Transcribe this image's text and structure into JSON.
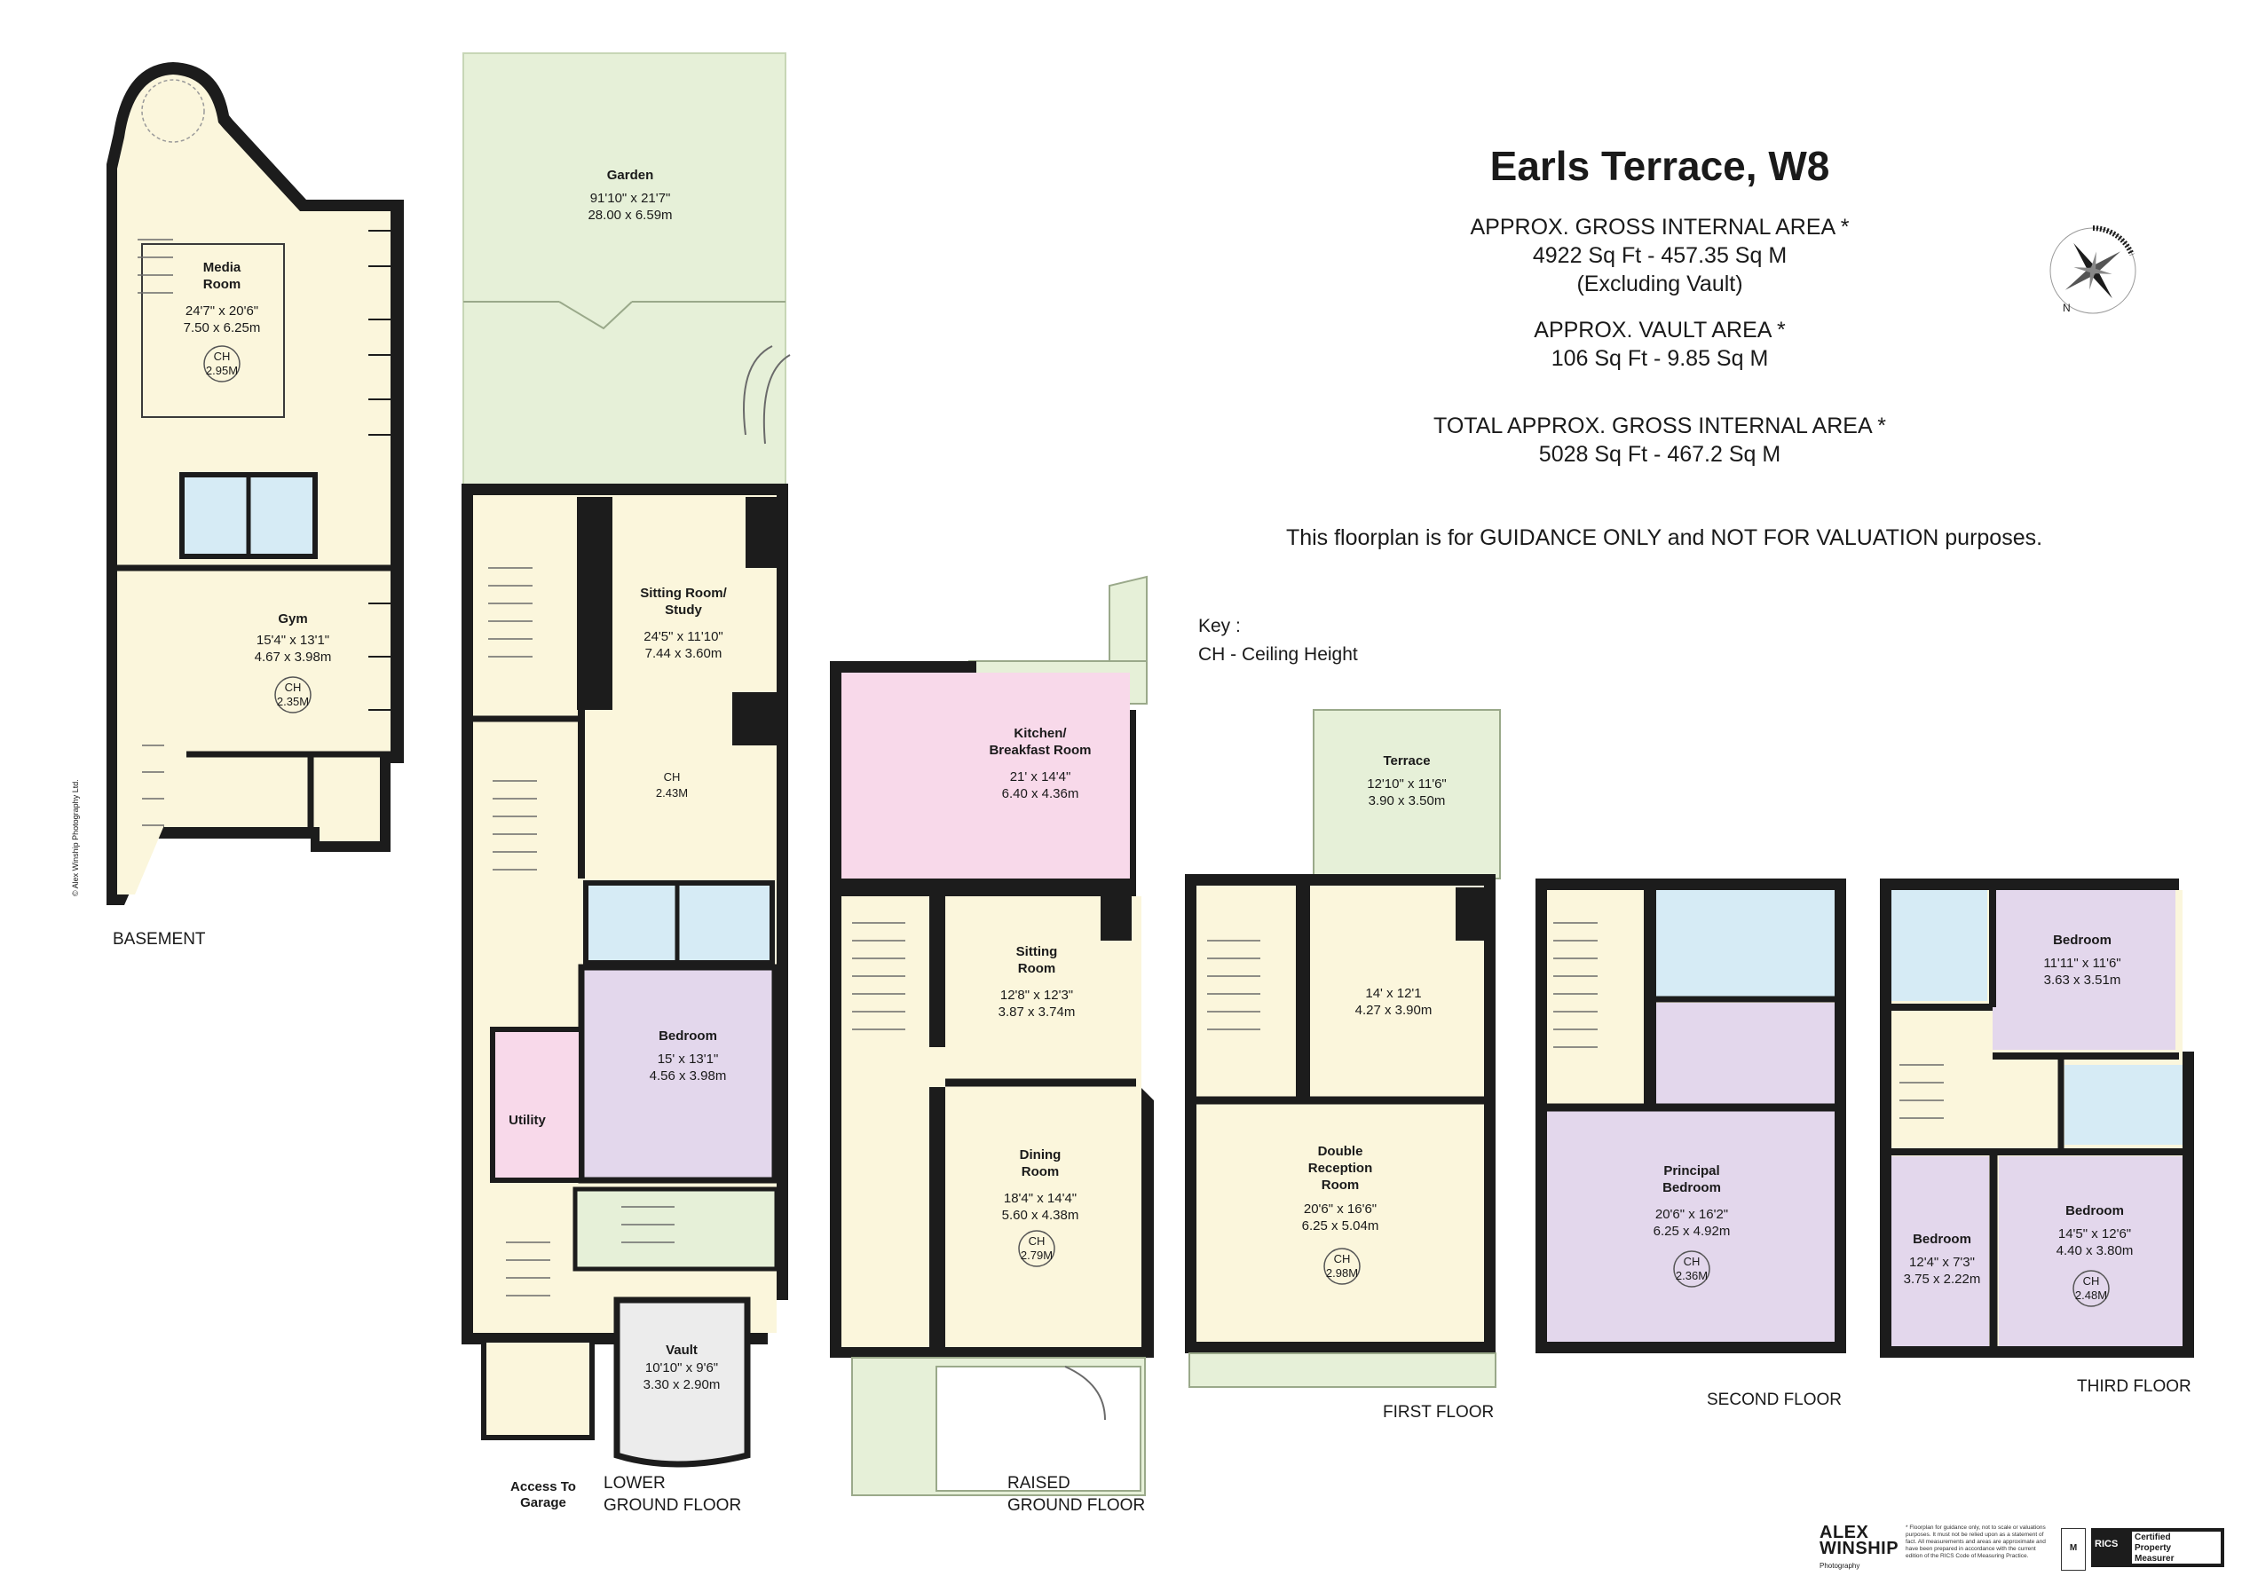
{
  "property": {
    "title": "Earls Terrace, W8",
    "gross_area_heading": "APPROX. GROSS INTERNAL  AREA *",
    "gross_area_value": "4922 Sq Ft  -  457.35 Sq M",
    "gross_area_note": "(Excluding Vault)",
    "vault_heading": "APPROX. VAULT AREA *",
    "vault_value": "106 Sq Ft  -  9.85 Sq M",
    "total_heading": "TOTAL  APPROX. GROSS INTERNAL  AREA *",
    "total_value": "5028 Sq Ft  -  467.2 Sq M",
    "guidance": "This floorplan is for GUIDANCE ONLY and NOT FOR VALUATION purposes.",
    "key_title": "Key :",
    "key_item": "CH - Ceiling Height"
  },
  "colors": {
    "cream": "#fbf6dc",
    "green": "#e6f0d8",
    "lilac": "#e3d7ec",
    "pink": "#f8d9ea",
    "blue": "#d6ebf5",
    "grey": "#ececec",
    "wall": "#1c1c1c"
  },
  "floors": {
    "basement": "BASEMENT",
    "lower_1": "LOWER",
    "lower_2": "GROUND FLOOR",
    "raised_1": "RAISED",
    "raised_2": "GROUND FLOOR",
    "first": "FIRST FLOOR",
    "second": "SECOND FLOOR",
    "third": "THIRD FLOOR"
  },
  "rooms": {
    "media": {
      "name1": "Media",
      "name2": "Room",
      "imp": "24'7\" x 20'6\"",
      "met": "7.50 x 6.25m",
      "ch": "2.95M"
    },
    "gym": {
      "name": "Gym",
      "imp": "15'4\" x 13'1\"",
      "met": "4.67 x 3.98m",
      "ch": "2.35M"
    },
    "garden": {
      "name": "Garden",
      "imp": "91'10\" x 21'7\"",
      "met": "28.00 x 6.59m"
    },
    "sitting_study": {
      "name1": "Sitting Room/",
      "name2": "Study",
      "imp": "24'5\" x 11'10\"",
      "met": "7.44 x 3.60m",
      "ch": "2.43M"
    },
    "lg_bedroom": {
      "name": "Bedroom",
      "imp": "15' x 13'1\"",
      "met": "4.56 x 3.98m"
    },
    "utility": {
      "name": "Utility"
    },
    "vault": {
      "name": "Vault",
      "imp": "10'10\" x 9'6\"",
      "met": "3.30 x 2.90m"
    },
    "access": {
      "name1": "Access To",
      "name2": "Garage"
    },
    "kitchen": {
      "name1": "Kitchen/",
      "name2": "Breakfast Room",
      "imp": "21' x 14'4\"",
      "met": "6.40 x 4.36m"
    },
    "sitting": {
      "name1": "Sitting",
      "name2": "Room",
      "imp": "12'8\" x 12'3\"",
      "met": "3.87 x 3.74m"
    },
    "dining": {
      "name1": "Dining",
      "name2": "Room",
      "imp": "18'4\" x 14'4\"",
      "met": "5.60 x 4.38m",
      "ch": "2.79M"
    },
    "terrace": {
      "name": "Terrace",
      "imp": "12'10\" x 11'6\"",
      "met": "3.90 x 3.50m"
    },
    "first_room": {
      "imp": "14' x 12'1",
      "met": "4.27 x 3.90m"
    },
    "double_reception": {
      "name1": "Double",
      "name2": "Reception",
      "name3": "Room",
      "imp": "20'6\" x 16'6\"",
      "met": "6.25 x 5.04m",
      "ch": "2.98M"
    },
    "principal": {
      "name1": "Principal",
      "name2": "Bedroom",
      "imp": "20'6\" x 16'2\"",
      "met": "6.25 x 4.92m",
      "ch": "2.36M"
    },
    "third_bed_top": {
      "name": "Bedroom",
      "imp": "11'11\" x 11'6\"",
      "met": "3.63 x 3.51m"
    },
    "third_bed_small": {
      "name": "Bedroom",
      "imp": "12'4\" x 7'3\"",
      "met": "3.75 x 2.22m"
    },
    "third_bed_right": {
      "name": "Bedroom",
      "imp": "14'5\" x 12'6\"",
      "met": "4.40 x 3.80m",
      "ch": "2.48M"
    }
  },
  "compass": {
    "n": "N"
  },
  "footer": {
    "brand_1": "ALEX",
    "brand_2": "WINSHIP",
    "brand_sub": "Photography",
    "disclaimer": "* Floorplan for guidance only, not to scale or valuations purposes. It must not be relied upon as a statement of fact. All measurements and areas are approximate and have been prepared in accordance with the current edition of the RICS Code of Measuring Practice.",
    "rics_logo": "RICS",
    "rics_text_1": "Certified",
    "rics_text_2": "Property",
    "rics_text_3": "Measurer"
  },
  "credit_vertical": "© Alex Winship Photography Ltd."
}
